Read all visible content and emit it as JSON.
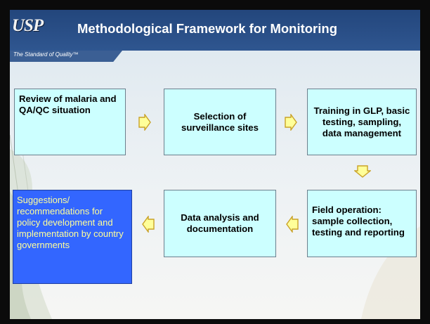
{
  "header": {
    "logo_text": "USP",
    "title": "Methodological Framework for Monitoring",
    "tagline": "The Standard of Quality™"
  },
  "flow": {
    "boxes": [
      {
        "id": "review",
        "text": "Review of malaria and QA/QC situation"
      },
      {
        "id": "selection",
        "text": "Selection of surveillance sites"
      },
      {
        "id": "training",
        "text": "Training in GLP, basic testing, sampling, data management"
      },
      {
        "id": "field",
        "text": "Field operation: sample collection, testing and reporting"
      },
      {
        "id": "analysis",
        "text": "Data analysis and documentation"
      },
      {
        "id": "suggestions",
        "text": "Suggestions/ recommendations for policy development and implementation by country governments"
      }
    ],
    "arrows": [
      {
        "from": "review",
        "to": "selection",
        "direction": "right"
      },
      {
        "from": "selection",
        "to": "training",
        "direction": "right"
      },
      {
        "from": "training",
        "to": "field",
        "direction": "down"
      },
      {
        "from": "field",
        "to": "analysis",
        "direction": "left"
      },
      {
        "from": "analysis",
        "to": "suggestions",
        "direction": "left"
      }
    ]
  },
  "colors": {
    "box_fill": "#ccffff",
    "highlight_fill": "#3366ff",
    "highlight_text": "#ffff99",
    "arrow_fill": "#ffff99",
    "arrow_stroke": "#c9a227",
    "header": "#2a4f86"
  }
}
